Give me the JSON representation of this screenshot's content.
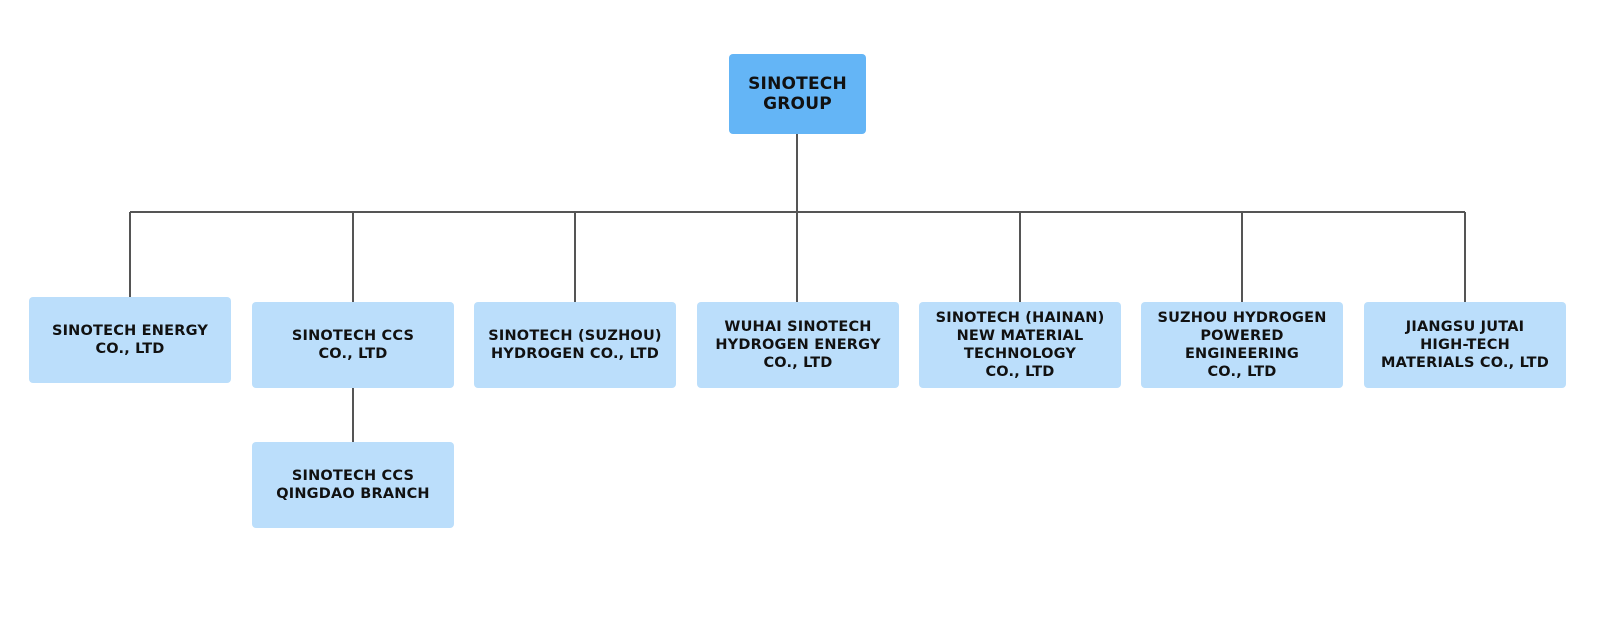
{
  "colors": {
    "root_fill": "#64b5f6",
    "child_fill": "#bbdefb",
    "connector": "#555555",
    "text": "#111111"
  },
  "root": {
    "lines": [
      "SINOTECH",
      "GROUP"
    ]
  },
  "children": [
    {
      "lines": [
        "SINOTECH ENERGY",
        "CO., LTD"
      ]
    },
    {
      "lines": [
        "SINOTECH CCS",
        "CO., LTD"
      ]
    },
    {
      "lines": [
        "SINOTECH (SUZHOU)",
        "HYDROGEN CO., LTD"
      ]
    },
    {
      "lines": [
        "WUHAI SINOTECH",
        "HYDROGEN ENERGY",
        "CO., LTD"
      ]
    },
    {
      "lines": [
        "SINOTECH (HAINAN)",
        "NEW MATERIAL",
        "TECHNOLOGY",
        "CO., LTD"
      ]
    },
    {
      "lines": [
        "SUZHOU HYDROGEN",
        "POWERED",
        "ENGINEERING",
        "CO., LTD"
      ]
    },
    {
      "lines": [
        "JIANGSU JUTAI",
        "HIGH-TECH",
        "MATERIALS CO., LTD"
      ]
    }
  ],
  "branch": {
    "lines": [
      "SINOTECH CCS",
      "QINGDAO BRANCH"
    ]
  }
}
